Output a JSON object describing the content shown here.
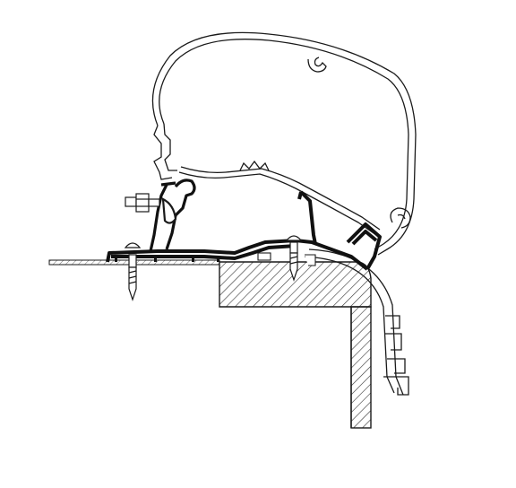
{
  "diagram": {
    "subject": "awning-adapter-rail-cross-section",
    "colors": {
      "background": "#ffffff",
      "line": "#1a1a1a",
      "adapter_profile": "#111111",
      "hatch": "#333333"
    },
    "parts": [
      "awning-housing",
      "adapter-rail",
      "mounting-bracket",
      "roof-surface",
      "roof-edge-block",
      "side-wall",
      "corner-trim-profile",
      "screw",
      "bolt-nut"
    ]
  }
}
